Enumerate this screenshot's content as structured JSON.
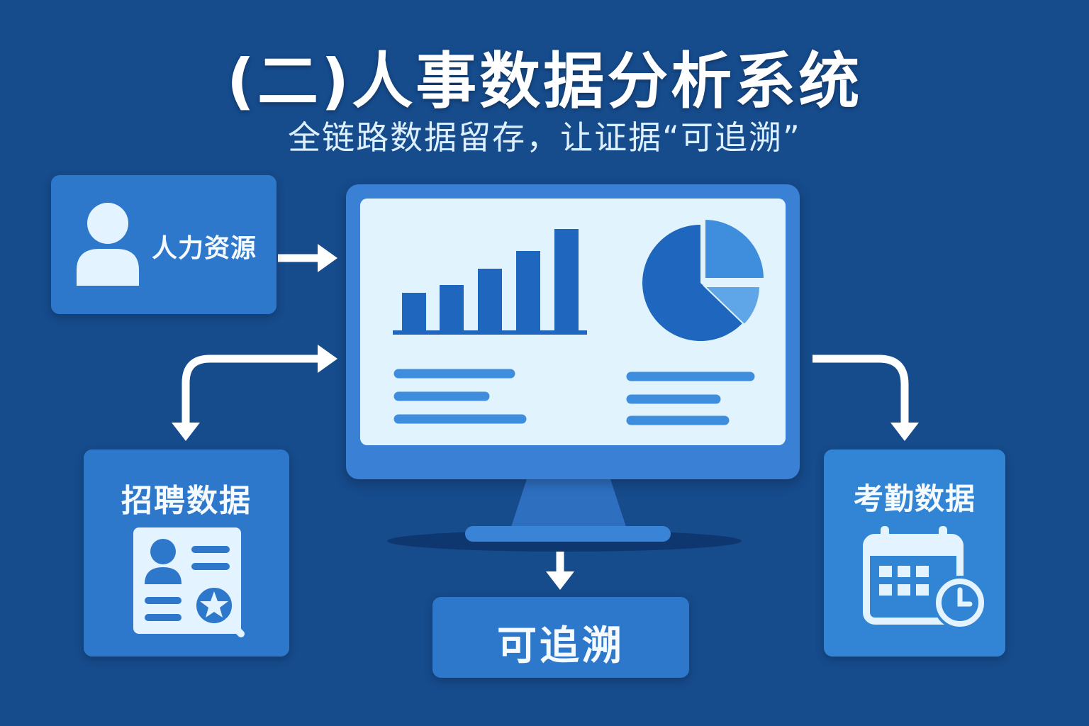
{
  "title": "(二)人事数据分析系统",
  "subtitle": "全链路数据留存，让证据“可追溯”",
  "nodes": {
    "hr": {
      "label": "人力资源",
      "icon": "person-icon"
    },
    "recruitment": {
      "label": "招聘数据",
      "icon": "resume-search-icon"
    },
    "attendance": {
      "label": "考勤数据",
      "icon": "calendar-clock-icon"
    },
    "traceable": {
      "label": "可追溯"
    }
  },
  "dashboard": {
    "icon": "monitor-icon",
    "bar_chart_icon": "bar-chart-icon",
    "pie_chart_icon": "pie-chart-icon"
  },
  "colors": {
    "background": "#164B8C",
    "box": "#2E78CC",
    "screen": "#E1F3FC",
    "chart_dark": "#1F66BE",
    "chart_light": "#3F8EDE",
    "arrow": "#FFFFFF"
  }
}
